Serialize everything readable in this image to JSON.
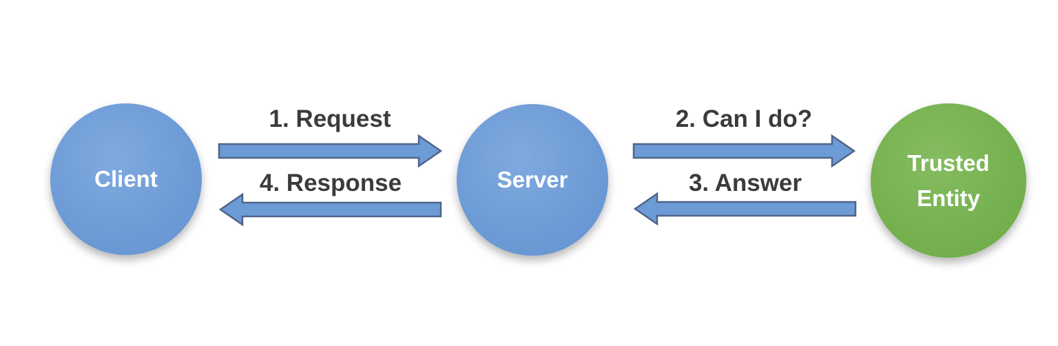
{
  "diagram": {
    "nodes": [
      {
        "id": "client",
        "label": "Client",
        "shape": "circle",
        "color": "#6d9bd6"
      },
      {
        "id": "server",
        "label": "Server",
        "shape": "circle",
        "color": "#6d9bd6"
      },
      {
        "id": "trusted-entity",
        "label": "Trusted Entity",
        "shape": "circle",
        "color": "#76b150"
      }
    ],
    "arrows": [
      {
        "id": "request",
        "label": "1. Request",
        "from": "client",
        "to": "server",
        "direction": "right"
      },
      {
        "id": "can-i-do",
        "label": "2. Can I do?",
        "from": "server",
        "to": "trusted-entity",
        "direction": "right"
      },
      {
        "id": "answer",
        "label": "3. Answer",
        "from": "trusted-entity",
        "to": "server",
        "direction": "left"
      },
      {
        "id": "response",
        "label": "4. Response",
        "from": "server",
        "to": "client",
        "direction": "left"
      }
    ],
    "colors": {
      "node_blue": "#6d9bd6",
      "node_green": "#76b150",
      "arrow_fill": "#6d9bd6",
      "arrow_border": "#4f6488",
      "label_text": "#3b3b3b",
      "node_text": "#ffffff",
      "background": "#ffffff"
    }
  }
}
